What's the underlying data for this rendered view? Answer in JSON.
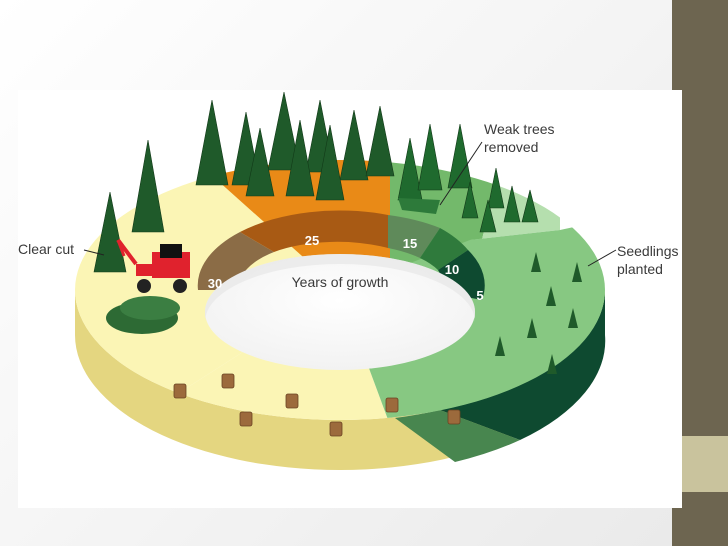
{
  "diagram": {
    "center_label": "Years of growth",
    "segments": [
      {
        "label": "5"
      },
      {
        "label": "10"
      },
      {
        "label": "15"
      },
      {
        "label": "25"
      },
      {
        "label": "30"
      }
    ],
    "callouts": {
      "clear_cut": "Clear cut",
      "weak_trees_line1": "Weak trees",
      "weak_trees_line2": "removed",
      "seedlings_line1": "Seedlings",
      "seedlings_line2": "planted"
    }
  },
  "colors": {
    "band": "#6d6550",
    "accent": "#c9c39d",
    "orange": "#e98a17",
    "cream": "#fbf5b5",
    "light_green": "#87c882",
    "dark_green": "#0e4a30",
    "brown_inner": "#8b6c46"
  }
}
